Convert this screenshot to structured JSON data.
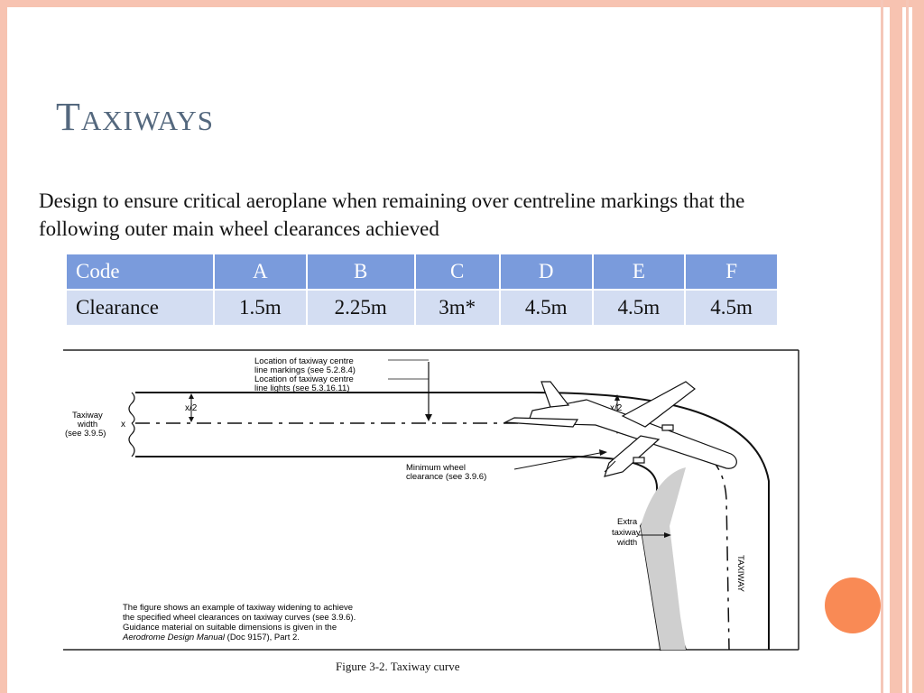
{
  "slide": {
    "title": "Taxiways",
    "body": "Design to ensure critical aeroplane when remaining over centreline markings that the following outer main wheel clearances achieved"
  },
  "table": {
    "headers": [
      "Code",
      "A",
      "B",
      "C",
      "D",
      "E",
      "F"
    ],
    "rows": [
      [
        "Clearance",
        "1.5m",
        "2.25m",
        "3m*",
        "4.5m",
        "4.5m",
        "4.5m"
      ]
    ]
  },
  "figure": {
    "labels": {
      "centreline_markings_1": "Location of taxiway centre",
      "centreline_markings_2": "line markings (see 5.2.8.4)",
      "centreline_lights_1": "Location of taxiway centre",
      "centreline_lights_2": "line lights (see 5.3.16.11)",
      "width_1": "Taxiway",
      "width_2": "width",
      "width_3": "(see 3.9.5)",
      "x_mark": "x",
      "half_x": "x/2",
      "min_clear_1": "Minimum wheel",
      "min_clear_2": "clearance (see 3.9.6)",
      "extra_1": "Extra",
      "extra_2": "taxiway",
      "extra_3": "width",
      "taxiway_label": "TAXIWAY",
      "note_1": "The figure shows an example of taxiway widening to achieve",
      "note_2": "the specified wheel clearances on taxiway curves (see 3.9.6).",
      "note_3": "Guidance material on suitable dimensions is given in the",
      "note_4_italic": "Aerodrome Design Manual",
      "note_4_rest": " (Doc 9157), Part 2."
    },
    "caption": "Figure 3-2.     Taxiway curve"
  }
}
